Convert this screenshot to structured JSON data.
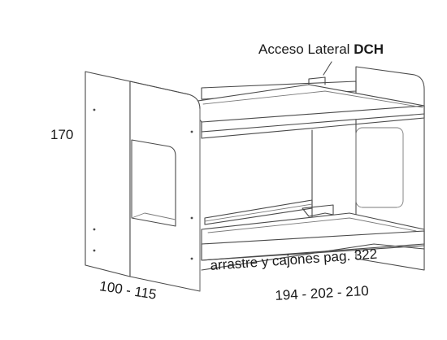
{
  "diagram": {
    "access_label_prefix": "Acceso Lateral",
    "access_label_side": "DCH",
    "height_value": "170",
    "depth_range": "100 - 115",
    "length_options": "194 - 202 - 210",
    "trundle_note": "arrastre y cajones pag. 322"
  },
  "colors": {
    "line": "#4a4a4a",
    "text": "#1a1a1a",
    "background": "#ffffff"
  }
}
